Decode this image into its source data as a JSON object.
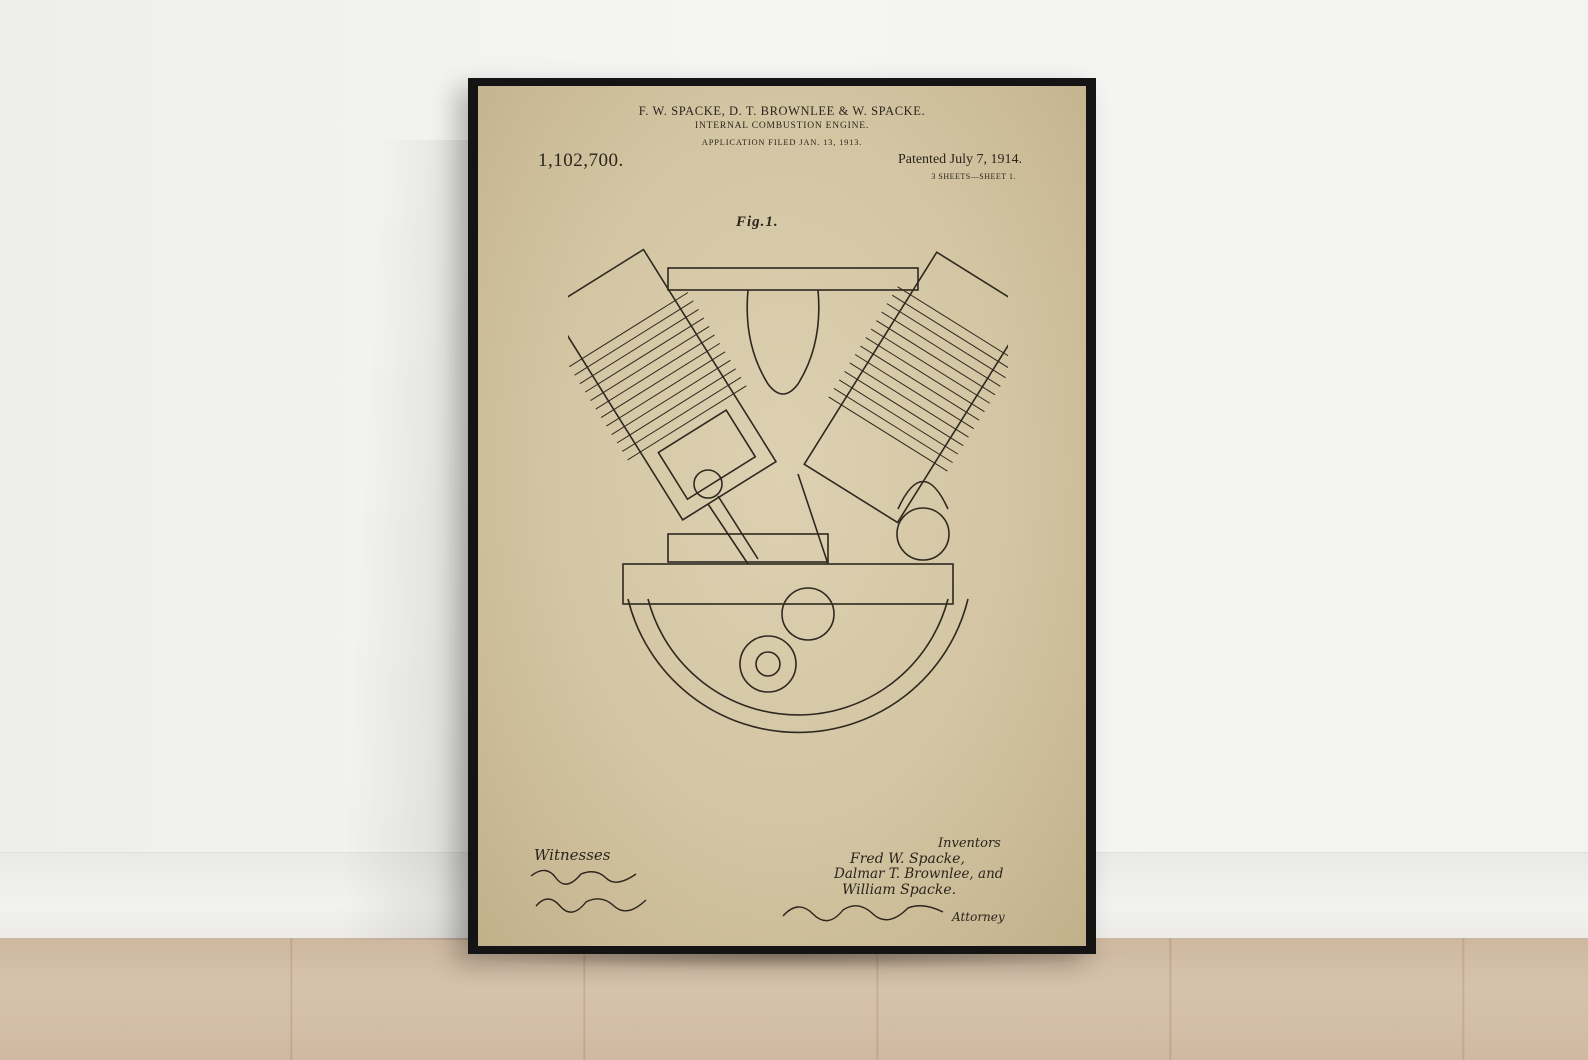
{
  "poster": {
    "header_line1": "F. W. SPACKE, D. T. BROWNLEE & W. SPACKE.",
    "header_line2": "INTERNAL COMBUSTION ENGINE.",
    "header_line3": "APPLICATION FILED JAN. 13, 1913.",
    "patent_number": "1,102,700.",
    "patent_date": "Patented July 7, 1914.",
    "sheets": "3 SHEETS—SHEET 1.",
    "figure_label": "Fig.1.",
    "witnesses_label": "Witnesses",
    "inventors_label": "Inventors",
    "inventor_1": "Fred W. Spacke,",
    "inventor_2": "Dalmar T. Brownlee, and",
    "inventor_3": "William Spacke.",
    "attorney_label": "Attorney"
  },
  "colors": {
    "paper": "#d3c5a2",
    "ink": "#2a241c",
    "frame": "#141414",
    "wall": "#f3f3f1",
    "floor": "#d7c3ad"
  }
}
